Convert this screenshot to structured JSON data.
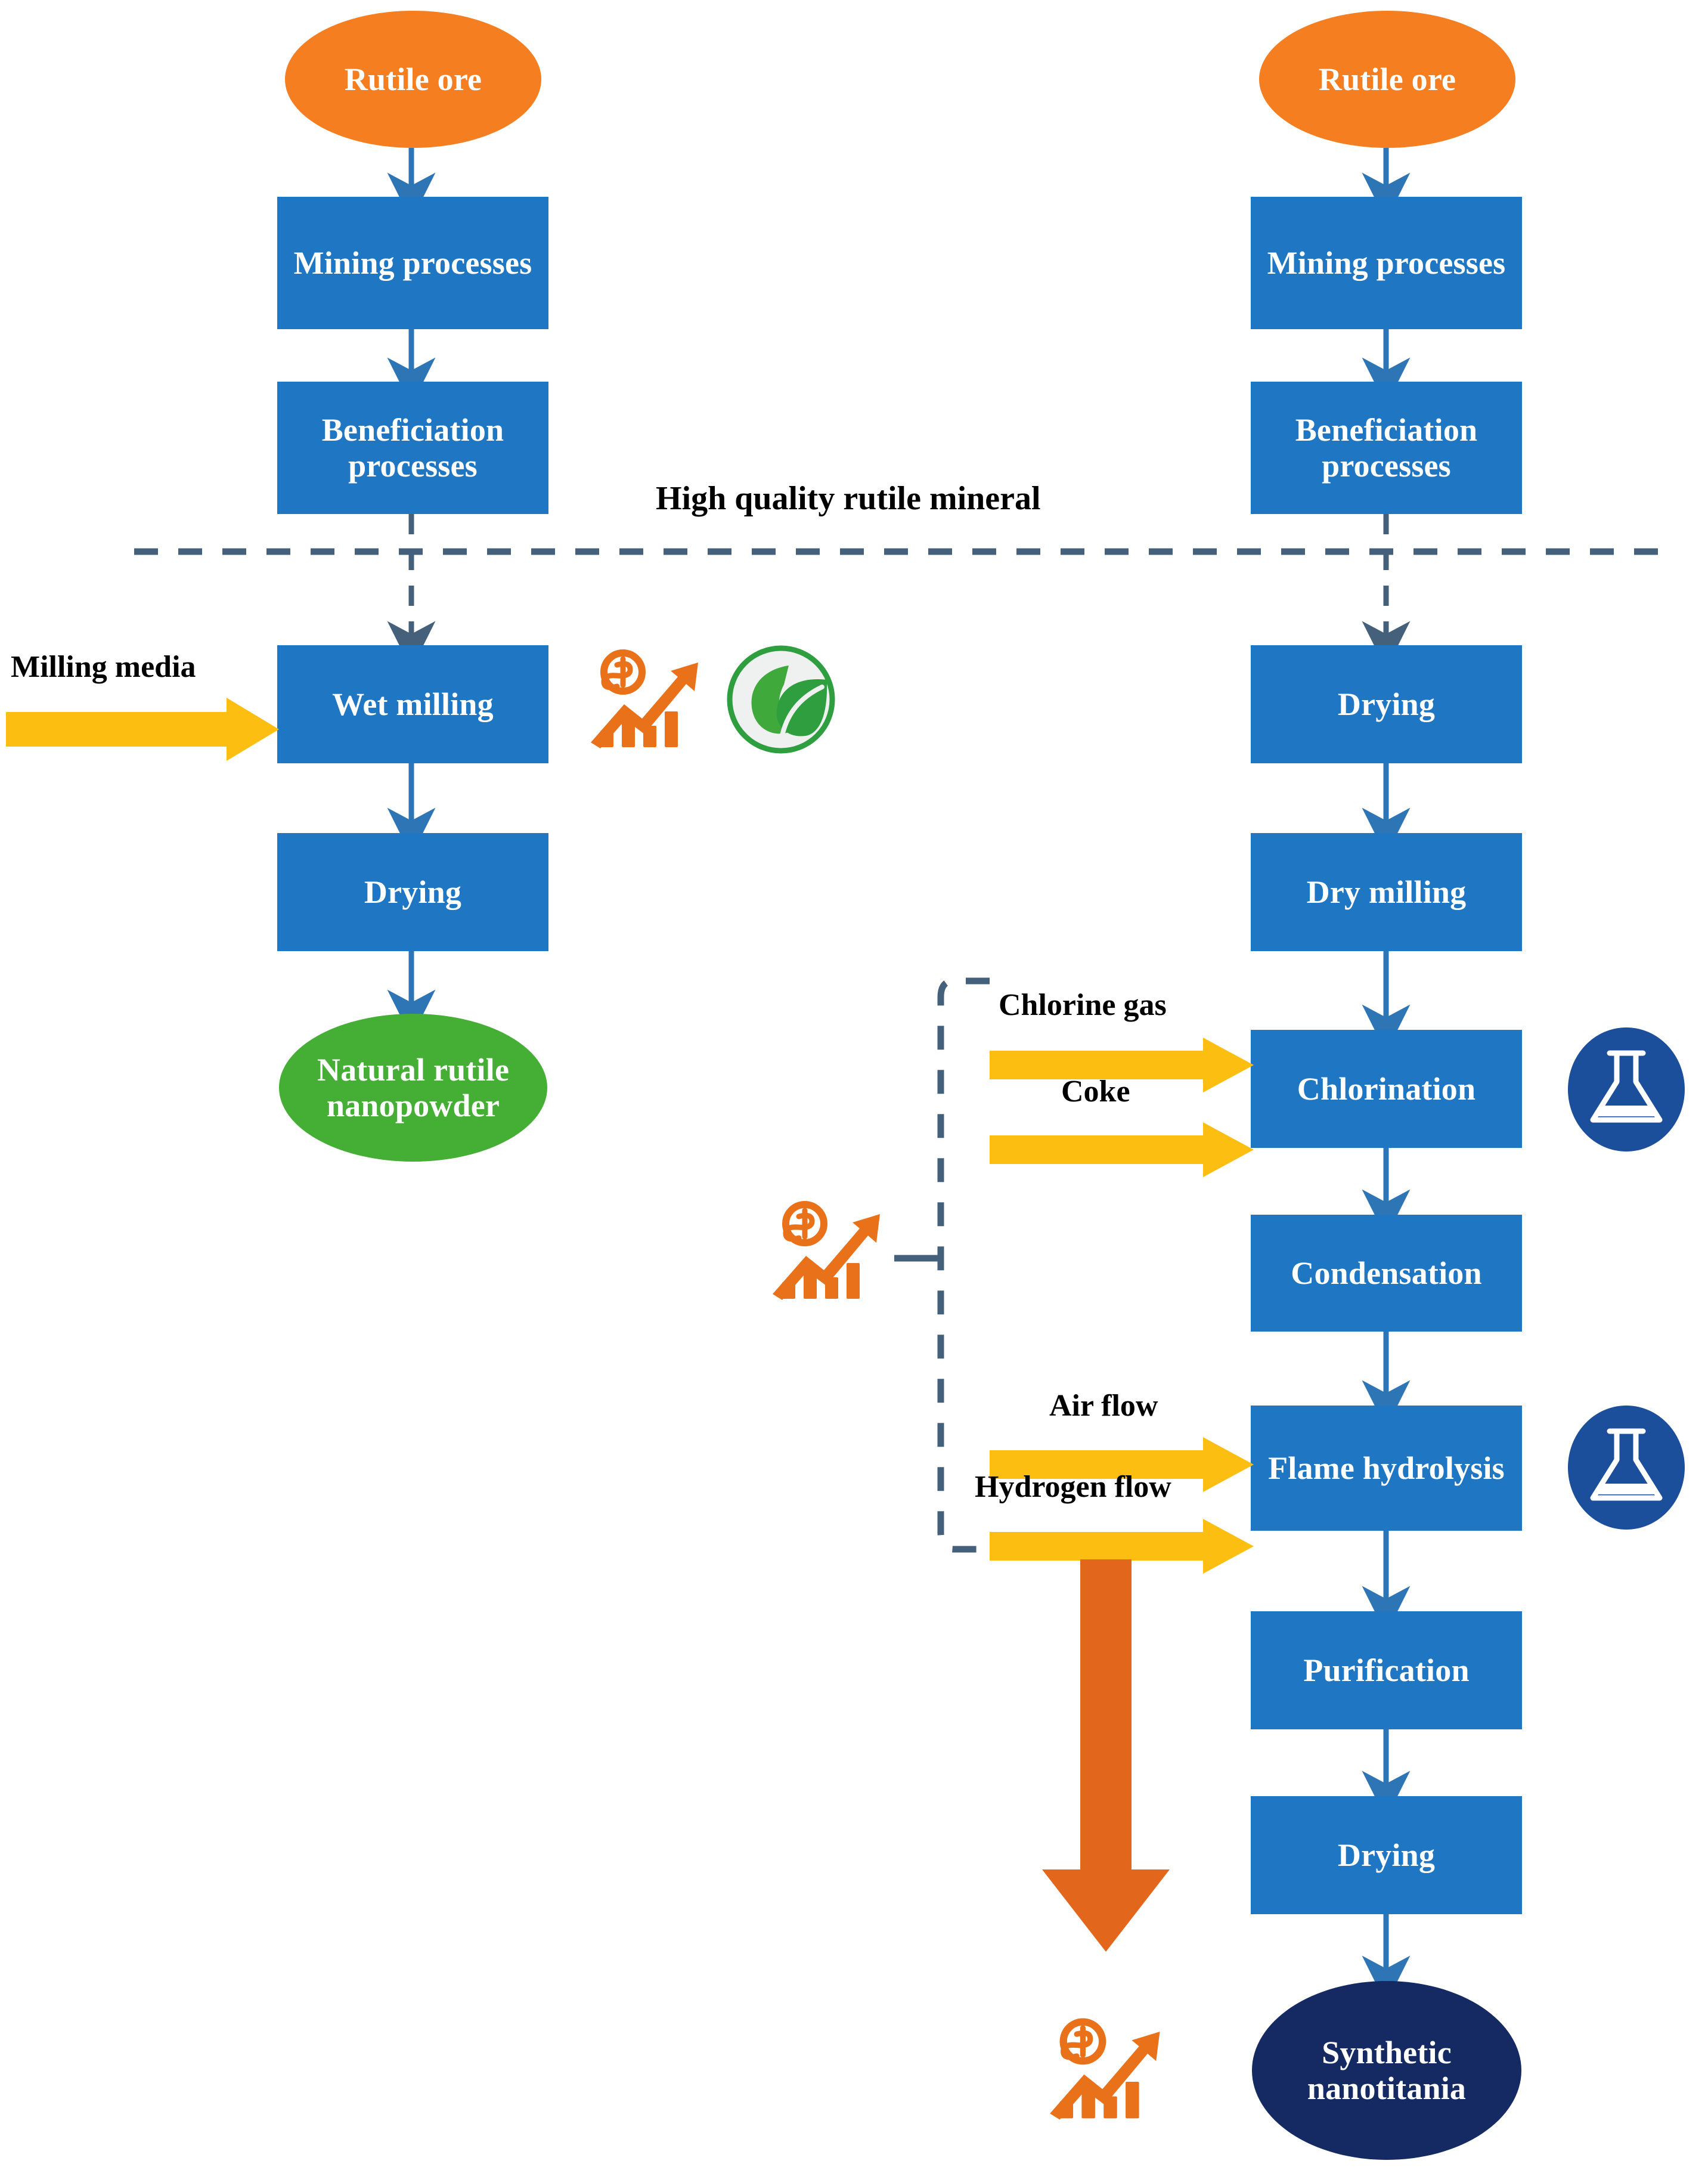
{
  "diagram": {
    "title_caption": "",
    "colors": {
      "process_box": "#1F77C4",
      "arrow_blue": "#2E75B6",
      "feed_arrow_yellow": "#FCBF11",
      "orange_accent": "#E2661B",
      "ellipse_source": "#F57E20",
      "ellipse_natural": "#45AE35",
      "ellipse_synthetic": "#152A63",
      "dashed_line": "#44607A",
      "eco_green": "#2E9E3E",
      "flask_circle": "#1B4F9C"
    },
    "divider": {
      "label": "High quality rutile mineral",
      "style": "dashed"
    },
    "left_branch": {
      "name": "natural-rutile-route",
      "source": "Rutile ore",
      "steps": [
        "Mining processes",
        "Beneficiation processes",
        "Wet milling",
        "Drying"
      ],
      "product": "Natural rutile nanopowder",
      "feeds": [
        "Milling media"
      ],
      "icons": [
        "cost-growth-icon",
        "eco-leaf-icon"
      ]
    },
    "right_branch": {
      "name": "synthetic-nanotitania-route",
      "source": "Rutile ore",
      "steps": [
        "Mining processes",
        "Beneficiation processes",
        "Drying",
        "Dry milling",
        "Chlorination",
        "Condensation",
        "Flame hydrolysis",
        "Purification",
        "Drying"
      ],
      "product": "Synthetic nanotitania",
      "feeds": [
        "Chlorine gas",
        "Coke",
        "Air flow",
        "Hydrogen flow"
      ],
      "icons": [
        "cost-growth-icon",
        "chemical-flask-icon",
        "chemical-flask-icon",
        "cost-growth-icon",
        "orange-down-arrow-icon"
      ]
    },
    "nodes": {
      "left_source": "Rutile ore",
      "left_mining": "Mining processes",
      "left_beneficiation": "Beneficiation processes",
      "left_wet_milling": "Wet milling",
      "left_drying": "Drying",
      "left_product": "Natural rutile nanopowder",
      "right_source": "Rutile ore",
      "right_mining": "Mining processes",
      "right_beneficiation": "Beneficiation processes",
      "right_drying_top": "Drying",
      "right_dry_milling": "Dry milling",
      "right_chlorination": "Chlorination",
      "right_condensation": "Condensation",
      "right_flame_hydrolysis": "Flame hydrolysis",
      "right_purification": "Purification",
      "right_drying_bottom": "Drying",
      "right_product": "Synthetic nanotitania"
    },
    "feed_labels": {
      "milling_media": "Milling media",
      "chlorine_gas": "Chlorine gas",
      "coke": "Coke",
      "air_flow": "Air flow",
      "hydrogen_flow": "Hydrogen flow"
    }
  }
}
